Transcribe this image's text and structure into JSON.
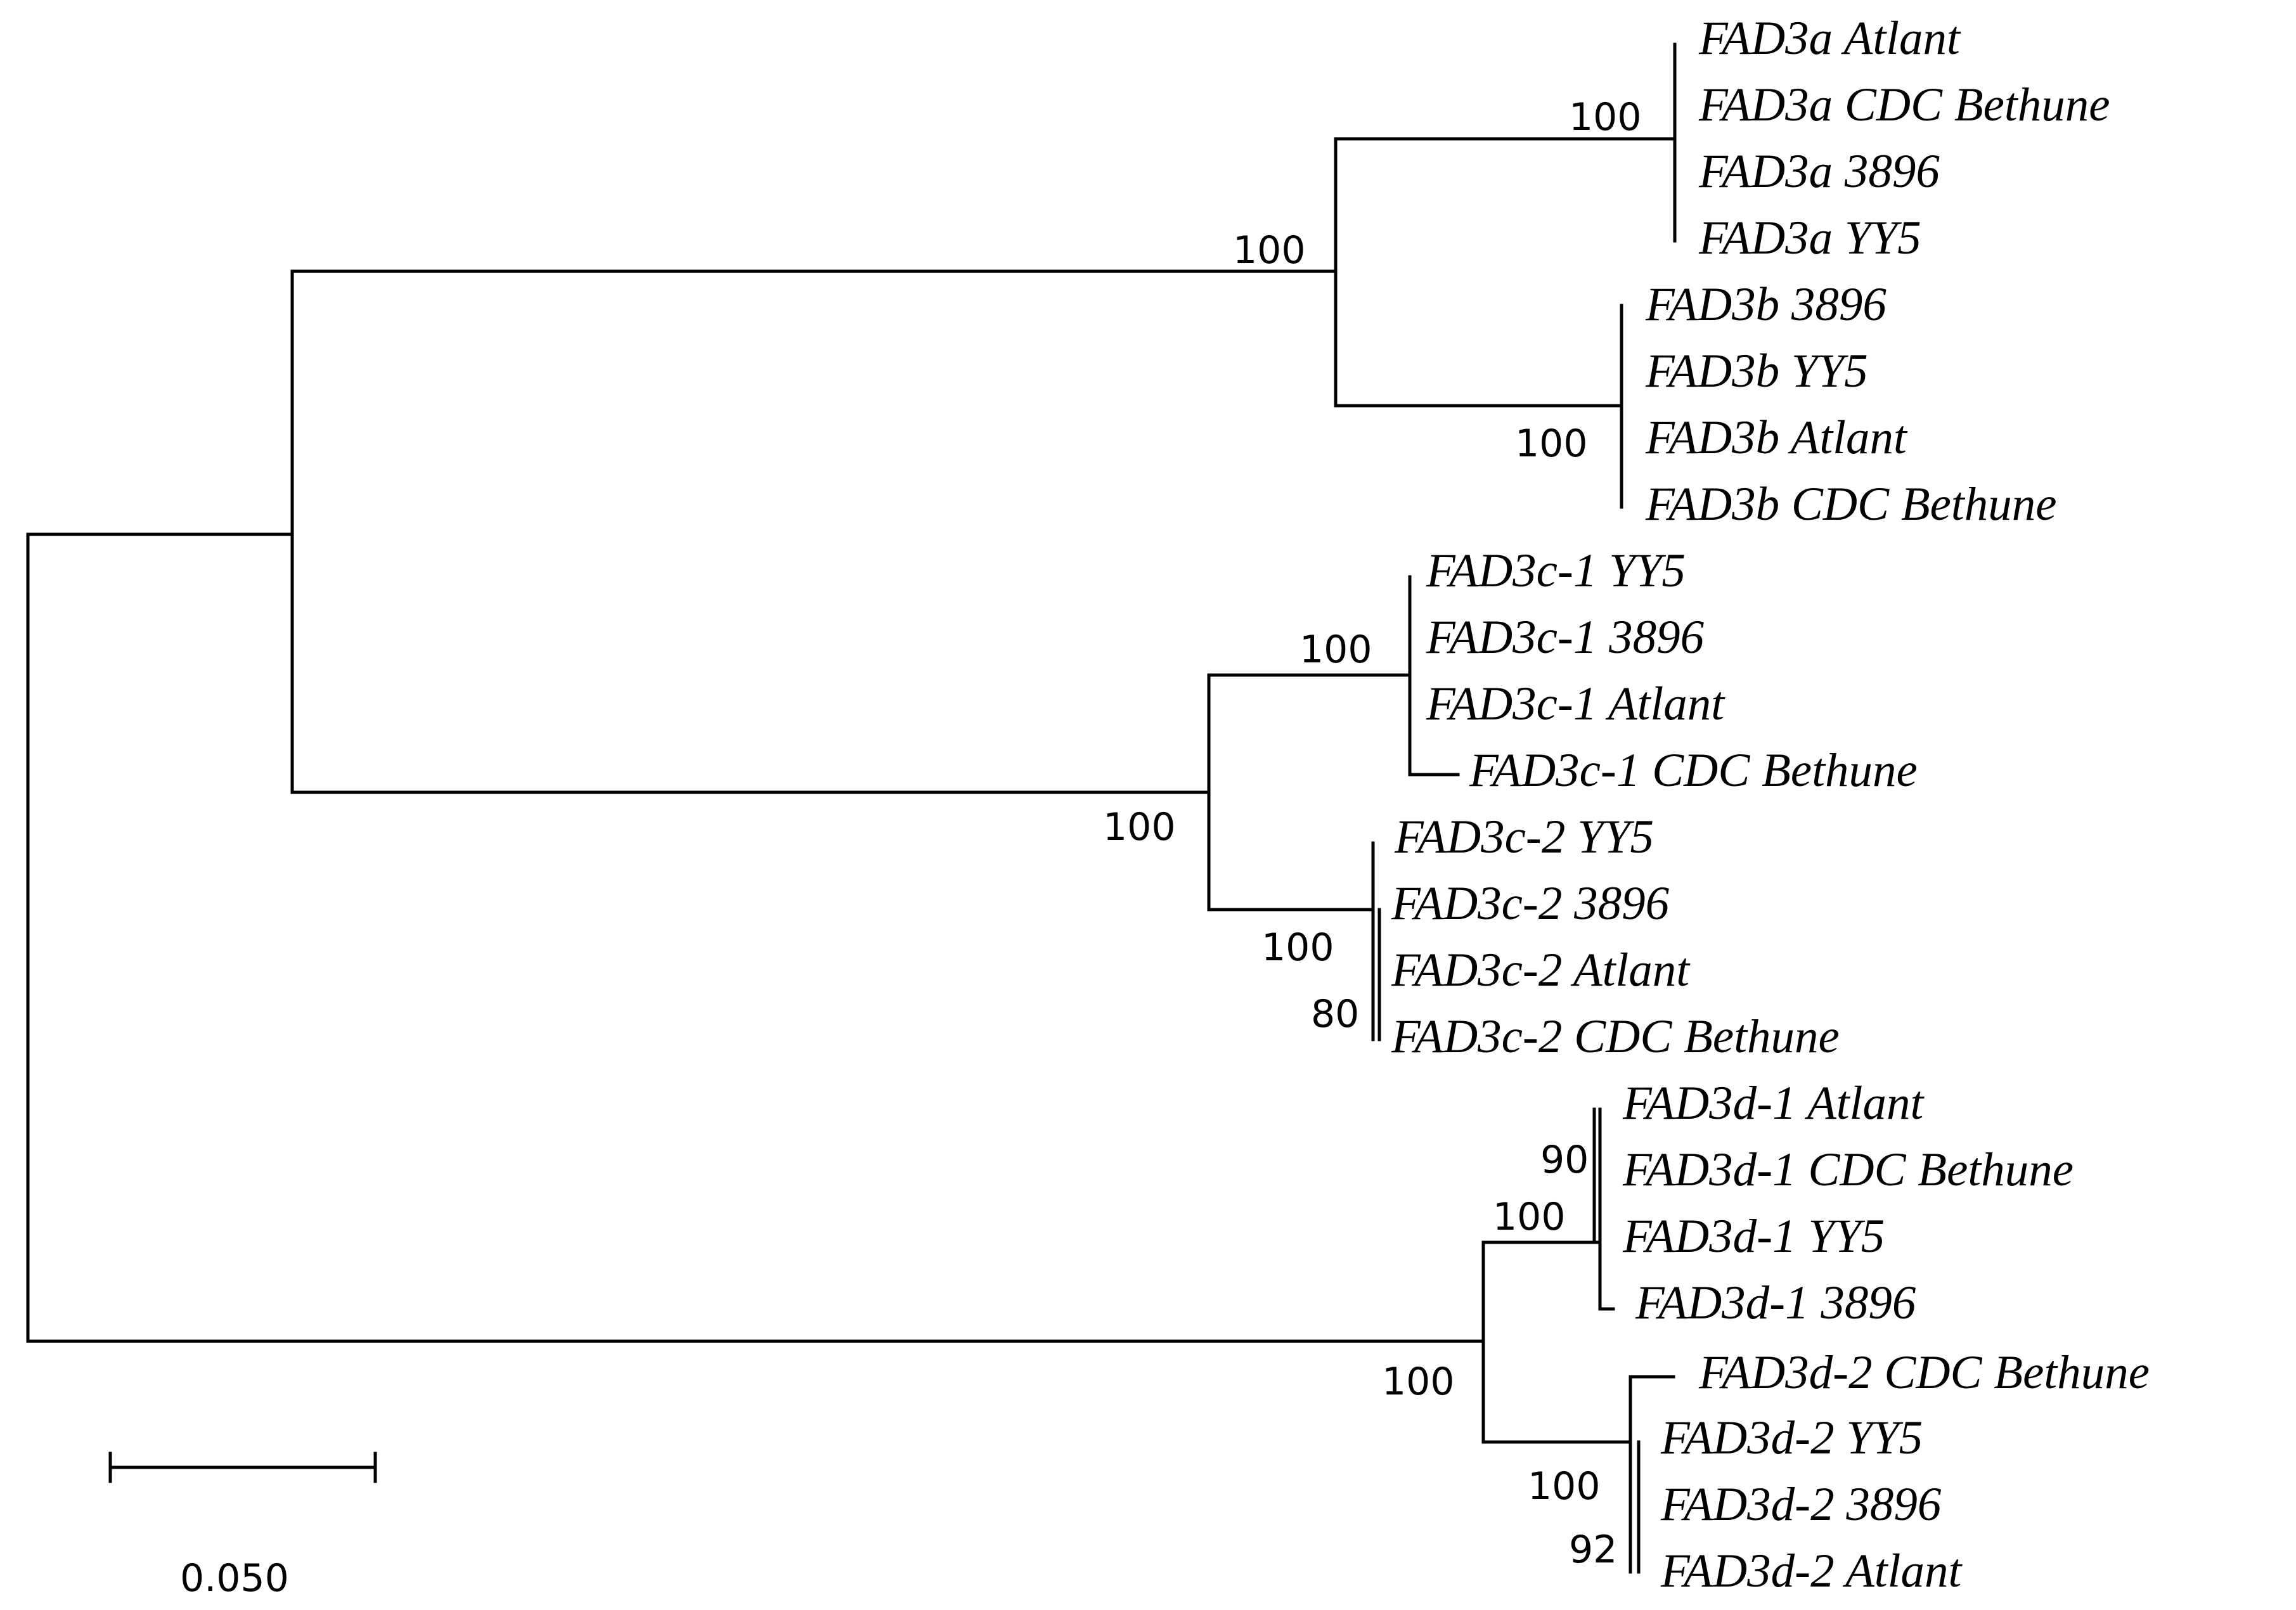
{
  "tree": {
    "leaves": [
      "FAD3a Atlant",
      "FAD3a CDC Bethune",
      "FAD3a 3896",
      "FAD3a YY5",
      "FAD3b 3896",
      "FAD3b YY5",
      "FAD3b Atlant",
      "FAD3b CDC Bethune",
      "FAD3c-1 YY5",
      "FAD3c-1 3896",
      "FAD3c-1 Atlant",
      "FAD3c-1 CDC Bethune",
      "FAD3c-2 YY5",
      "FAD3c-2 3896",
      "FAD3c-2 Atlant",
      "FAD3c-2 CDC Bethune",
      "FAD3d-1 Atlant",
      "FAD3d-1 CDC Bethune",
      "FAD3d-1 YY5",
      "FAD3d-1 3896",
      "FAD3d-2 CDC Bethune",
      "FAD3d-2 YY5",
      "FAD3d-2 3896",
      "FAD3d-2 Atlant"
    ],
    "bootstrap": {
      "fad3a_clade": "100",
      "fad3ab_clade": "100",
      "fad3b_clade": "100",
      "fad3c1_clade": "100",
      "fad3c_clade": "100",
      "fad3c2_clade": "100",
      "fad3c2_sub": "80",
      "fad3d1_sub": "90",
      "fad3d1_clade": "100",
      "fad3d_clade": "100",
      "fad3d2_clade": "100",
      "fad3d2_sub": "92"
    }
  },
  "scale_bar": {
    "value": 0.05,
    "label": "0.050"
  }
}
